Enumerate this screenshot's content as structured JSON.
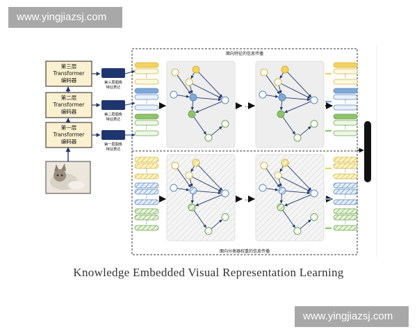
{
  "watermark": {
    "top_text": "www.yingjiazsj.com",
    "bottom_text": "www.yingjiazsj.com"
  },
  "caption": "Knowledge Embedded Visual Representation Learning",
  "diagram": {
    "top_section_title": "面向特征的信息传播",
    "bottom_section_title": "面向分类器权重的信息传播",
    "transformer_blocks": [
      {
        "line1": "第三层",
        "line2": "Transformer",
        "line3": "编码器"
      },
      {
        "line1": "第二层",
        "line2": "Transformer",
        "line3": "编码器"
      },
      {
        "line1": "第一层",
        "line2": "Transformer",
        "line3": "编码器"
      }
    ],
    "feature_labels": [
      {
        "line1": "第三层图像",
        "line2": "特征表达"
      },
      {
        "line1": "第二层图像",
        "line2": "特征表达"
      },
      {
        "line1": "第一层图像",
        "line2": "特征表达"
      }
    ],
    "ellipsis": "...",
    "colors": {
      "yellow": "#f4d35e",
      "blue": "#7fa8d6",
      "green": "#8fc36b",
      "navy": "#1f3570",
      "block_fill": "#fbf0d0"
    }
  }
}
